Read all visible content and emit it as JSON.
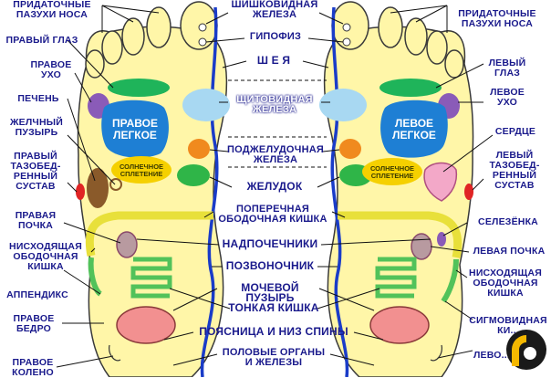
{
  "colors": {
    "foot_fill": "#fff6a8",
    "foot_outline": "#3a3a3a",
    "spine": "#1a3cc8",
    "label_text": "#1a1a8c",
    "leader": "#111111",
    "lung": "#1e7fd4",
    "thyroid": "#a8d8f2",
    "ear_eye": "#1fb45a",
    "ear_purple": "#8a5bb8",
    "pancreas": "#f08a1e",
    "stomach": "#2fb548",
    "solar": "#f5d000",
    "liver": "#8a5a2a",
    "heart": "#f3a8c8",
    "colon": "#e8e03a",
    "colon_green": "#52c25a",
    "kidney": "#b89aa0",
    "bladder": "#f29090",
    "hip": "#e02424",
    "logo": "#f5b800"
  },
  "center_labels": {
    "pineal": "ШИШКОВИДНАЯ\nЖЕЛЕЗА",
    "pituitary": "ГИПОФИЗ",
    "neck": "Ш Е Я",
    "thyroid": "ЩИТОВИДНАЯ\nЖЕЛЕЗА",
    "pancreas": "ПОДЖЕЛУДОЧНАЯ\nЖЕЛЕЗА",
    "stomach": "ЖЕЛУДОК",
    "transverse_colon": "ПОПЕРЕЧНАЯ\nОБОДОЧНАЯ КИШКА",
    "adrenals": "НАДПОЧЕЧНИКИ",
    "spine": "ПОЗВОНОЧНИК",
    "bladder": "МОЧЕВОЙ ПУЗЫРЬ",
    "small_intestine": "ТОНКАЯ КИШКА",
    "lower_back": "ПОЯСНИЦА И НИЗ СПИНЫ",
    "genitals": "ПОЛОВЫЕ ОРГАНЫ\nИ ЖЕЛЕЗЫ"
  },
  "left_labels": {
    "sinuses": "ПРИДАТОЧНЫЕ\nПАЗУХИ НОСА",
    "right_eye": "ПРАВЫЙ ГЛАЗ",
    "right_ear": "ПРАВОЕ\nУХО",
    "liver": "ПЕЧЕНЬ",
    "gallbladder": "ЖЕЛЧНЫЙ\nПУЗЫРЬ",
    "right_hip_joint": "ПРАВЫЙ\nТАЗОБЕД-\nРЕННЫЙ\nСУСТАВ",
    "right_kidney": "ПРАВАЯ\nПОЧКА",
    "ascending_colon": "НИСХОДЯЩАЯ\nОБОДОЧНАЯ\nКИШКА",
    "appendix": "АППЕНДИКС",
    "right_thigh": "ПРАВОЕ\nБЕДРО",
    "right_knee": "ПРАВОЕ\nКОЛЕНО"
  },
  "right_labels": {
    "sinuses": "ПРИДАТОЧНЫЕ\nПАЗУХИ НОСА",
    "left_eye": "ЛЕВЫЙ\nГЛАЗ",
    "left_ear": "ЛЕВОЕ\nУХО",
    "heart": "СЕРДЦЕ",
    "left_hip_joint": "ЛЕВЫЙ\nТАЗОБЕД-\nРЕННЫЙ\nСУСТАВ",
    "spleen": "СЕЛЕЗЁНКА",
    "left_kidney": "ЛЕВАЯ ПОЧКА",
    "descending_colon": "НИСХОДЯЩАЯ\nОБОДОЧНАЯ\nКИШКА",
    "sigmoid_colon": "СИГМОВИДНАЯ\nКИ...",
    "left_partial": "ЛЕВО..."
  },
  "organ_labels": {
    "right_lung": "ПРАВОЕ\nЛЕГКОЕ",
    "left_lung": "ЛЕВОЕ\nЛЕГКОЕ",
    "solar_left": "СОЛНЕЧНОЕ\nСПЛЕТЕНИЕ",
    "solar_right": "СОЛНЕЧНОЕ\nСПЛЕТЕНИЕ"
  }
}
